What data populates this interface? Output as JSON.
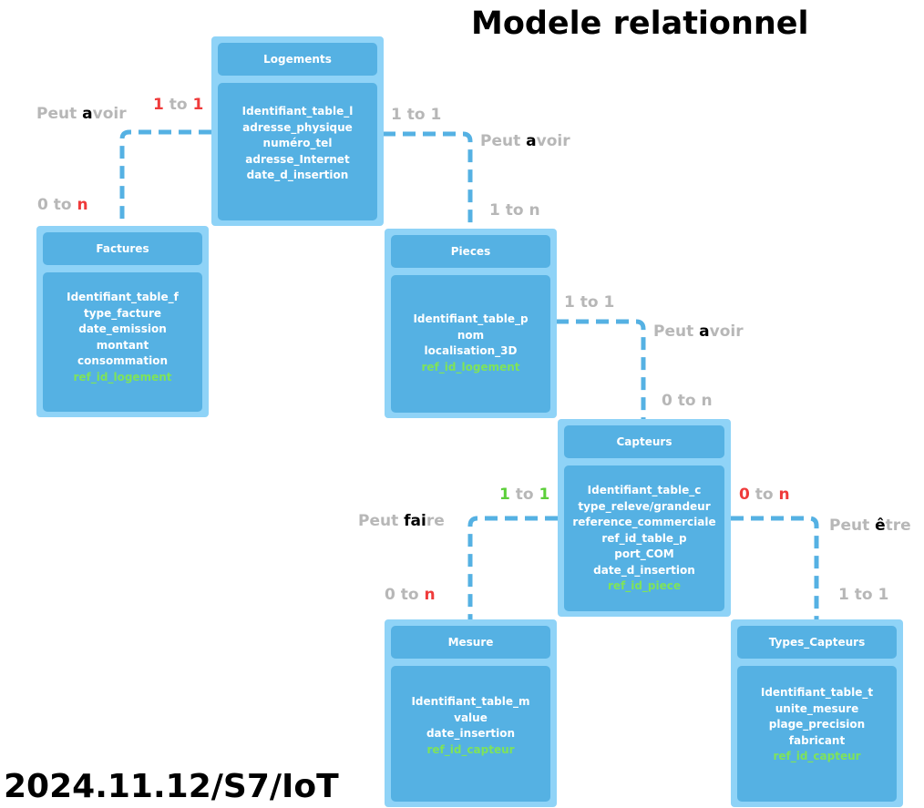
{
  "title": "Modele relationnel",
  "footer": "2024.11.12/S7/IoT",
  "tables": {
    "logements": {
      "name": "Logements",
      "fields": [
        "Identifiant_table_l",
        "adresse_physique",
        "numéro_tel",
        "adresse_Internet",
        "date_d_insertion"
      ]
    },
    "factures": {
      "name": "Factures",
      "fields": [
        "Identifiant_table_f",
        "type_facture",
        "date_emission",
        "montant",
        "consommation"
      ],
      "fk": "ref_id_logement"
    },
    "pieces": {
      "name": "Pieces",
      "fields": [
        "Identifiant_table_p",
        "nom",
        "localisation_3D"
      ],
      "fk": "ref_id_logement"
    },
    "capteurs": {
      "name": "Capteurs",
      "fields": [
        "Identifiant_table_c",
        "type_releve/grandeur",
        "reference_commerciale",
        "ref_id_table_p",
        "port_COM",
        "date_d_insertion"
      ],
      "fk": "ref_id_piece"
    },
    "mesure": {
      "name": "Mesure",
      "fields": [
        "Identifiant_table_m",
        "value",
        "date_insertion"
      ],
      "fk": "ref_id_capteur"
    },
    "types_capteurs": {
      "name": "Types_Capteurs",
      "fields": [
        "Identifiant_table_t",
        "unite_mesure",
        "plage_precision",
        "fabricant"
      ],
      "fk": "ref_id_capteur"
    }
  },
  "relations": {
    "logements_factures": {
      "verb_a": "Peut ",
      "verb_b": "a",
      "verb_c": "voir",
      "card_near_a": "1",
      "card_near_mid": " to ",
      "card_near_b": "1",
      "card_far_a": "0 to ",
      "card_far_b": "n"
    },
    "logements_pieces": {
      "verb_a": "Peut ",
      "verb_b": "a",
      "verb_c": "voir",
      "card_near": "1 to 1",
      "card_far": "1 to n"
    },
    "pieces_capteurs": {
      "verb_a": "Peut ",
      "verb_b": "a",
      "verb_c": "voir",
      "card_near": "1 to 1",
      "card_far": "0 to n"
    },
    "capteurs_mesure": {
      "verb_a": "Peut ",
      "verb_b": "fai",
      "verb_c": "re",
      "card_near_a": "1",
      "card_near_mid": " to ",
      "card_near_b": "1",
      "card_far_a": "0 to ",
      "card_far_b": "n"
    },
    "capteurs_types": {
      "verb_a": "Peut ",
      "verb_b": "ê",
      "verb_c": "tre",
      "card_near_a": "0",
      "card_near_mid": " to ",
      "card_near_b": "n",
      "card_far": "1 to 1"
    }
  },
  "colors": {
    "link": "#55b1e3",
    "table_outer": "#8fd3f7",
    "table_inner": "#55b1e3",
    "fk": "#7fe35a",
    "label": "#b7b7b7",
    "red": "#ef3b3b",
    "green": "#5ccf3a"
  }
}
